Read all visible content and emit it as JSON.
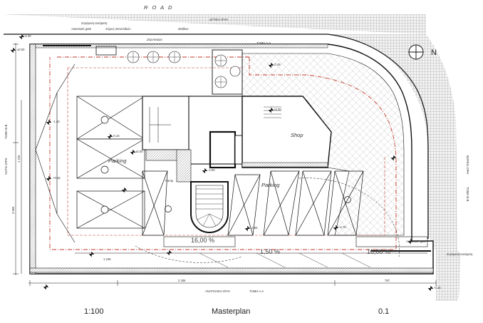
{
  "road_label": "R O A D",
  "street_labels": {
    "west_top": "ΔΥΤΙΚΗ ΟΨΗ",
    "west_side": "ΝΟΤΙΑ ΟΨΗ",
    "west_section": "ΤΟΜΗ Β-Β",
    "east_side": "ΒΟΡΕΙΑ ΟΨΗ",
    "east_section": "ΤΟΜΗ Β-Β",
    "bottom": "ΑΝΑΤΟΛΙΚΗ ΟΨΗ",
    "bottom_section": "ΤΟΜΗ Α-Α",
    "top_section": "ΤΟΜΗ Α-Α"
  },
  "annotations": {
    "automatic_gate_top": "Automatic gate",
    "automatic_gate_top_gr": "Συρόμενη αυτόματη",
    "bin_area": "Χώρος Σκουπιδιών",
    "mailbox": "Mailbox",
    "planter": "Ζαρντινιέρα",
    "automatic_gate_bottom": "Automatic gate",
    "automatic_gate_bottom_gr": "Συρόμενη αυτόματη",
    "ramp": "Ramp"
  },
  "rooms": {
    "parking_left": "Parking",
    "parking_right": "Parking",
    "shop": "Shop"
  },
  "slopes": {
    "ramp_left": "16,00 %",
    "ramp_mid": "1,50 %",
    "ramp_right": "16,00 %"
  },
  "dimensions": {
    "bottom_left": "1 226",
    "bottom_mid": "2 306",
    "bottom_right": "787",
    "left_top": "1 226",
    "left_bottom": "3 905"
  },
  "levels": {
    "l1": "-0.40",
    "l2": "±0.00",
    "l3": "-1.40",
    "l4": "+0.15",
    "l5": "-0.15",
    "l6": "±0.00",
    "l7": "-1.90",
    "l8": "-0.45",
    "l9": "+0.20",
    "l10": "-2.56",
    "l11": "-4.75",
    "l12": "-0.15"
  },
  "footer": {
    "scale": "1:100",
    "title": "Masterplan",
    "sheet": "0.1"
  },
  "north_label": "N",
  "colors": {
    "line": "#111111",
    "red_dash": "#c0392b",
    "hatch": "#9a9a9a",
    "paving": "#cfcfcf"
  }
}
